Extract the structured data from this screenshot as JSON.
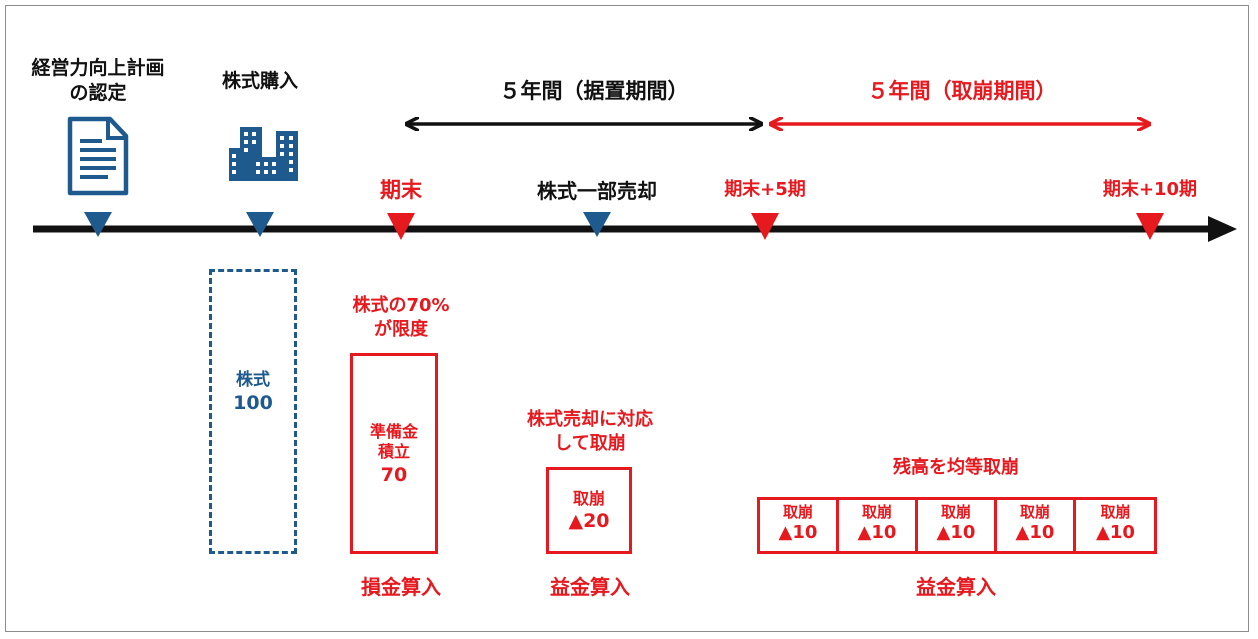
{
  "events": {
    "approval": "経営力向上計画\nの認定",
    "purchase": "株式購入",
    "period_end": "期末",
    "partial_sale": "株式一部売却",
    "plus5": "期末+5期",
    "plus10": "期末+10期"
  },
  "periods": {
    "deferral": "５年間（据置期間）",
    "reversal": "５年間（取崩期間）"
  },
  "stock_box": {
    "label": "株式",
    "value": "100"
  },
  "reserve_box": {
    "note_line1": "株式の70%",
    "note_line2": "が限度",
    "label_line1": "準備金",
    "label_line2": "積立",
    "value": "70",
    "effect": "損金算入"
  },
  "sale_reversal": {
    "note_line1": "株式売却に対応",
    "note_line2": "して取崩",
    "label": "取崩",
    "value": "▲20",
    "effect": "益金算入"
  },
  "equal_reversal": {
    "note": "残高を均等取崩",
    "cells": [
      {
        "label": "取崩",
        "value": "▲10"
      },
      {
        "label": "取崩",
        "value": "▲10"
      },
      {
        "label": "取崩",
        "value": "▲10"
      },
      {
        "label": "取崩",
        "value": "▲10"
      },
      {
        "label": "取崩",
        "value": "▲10"
      }
    ],
    "effect": "益金算入"
  },
  "colors": {
    "red": "#e5191e",
    "blue": "#1f5a8e",
    "black": "#111111"
  }
}
